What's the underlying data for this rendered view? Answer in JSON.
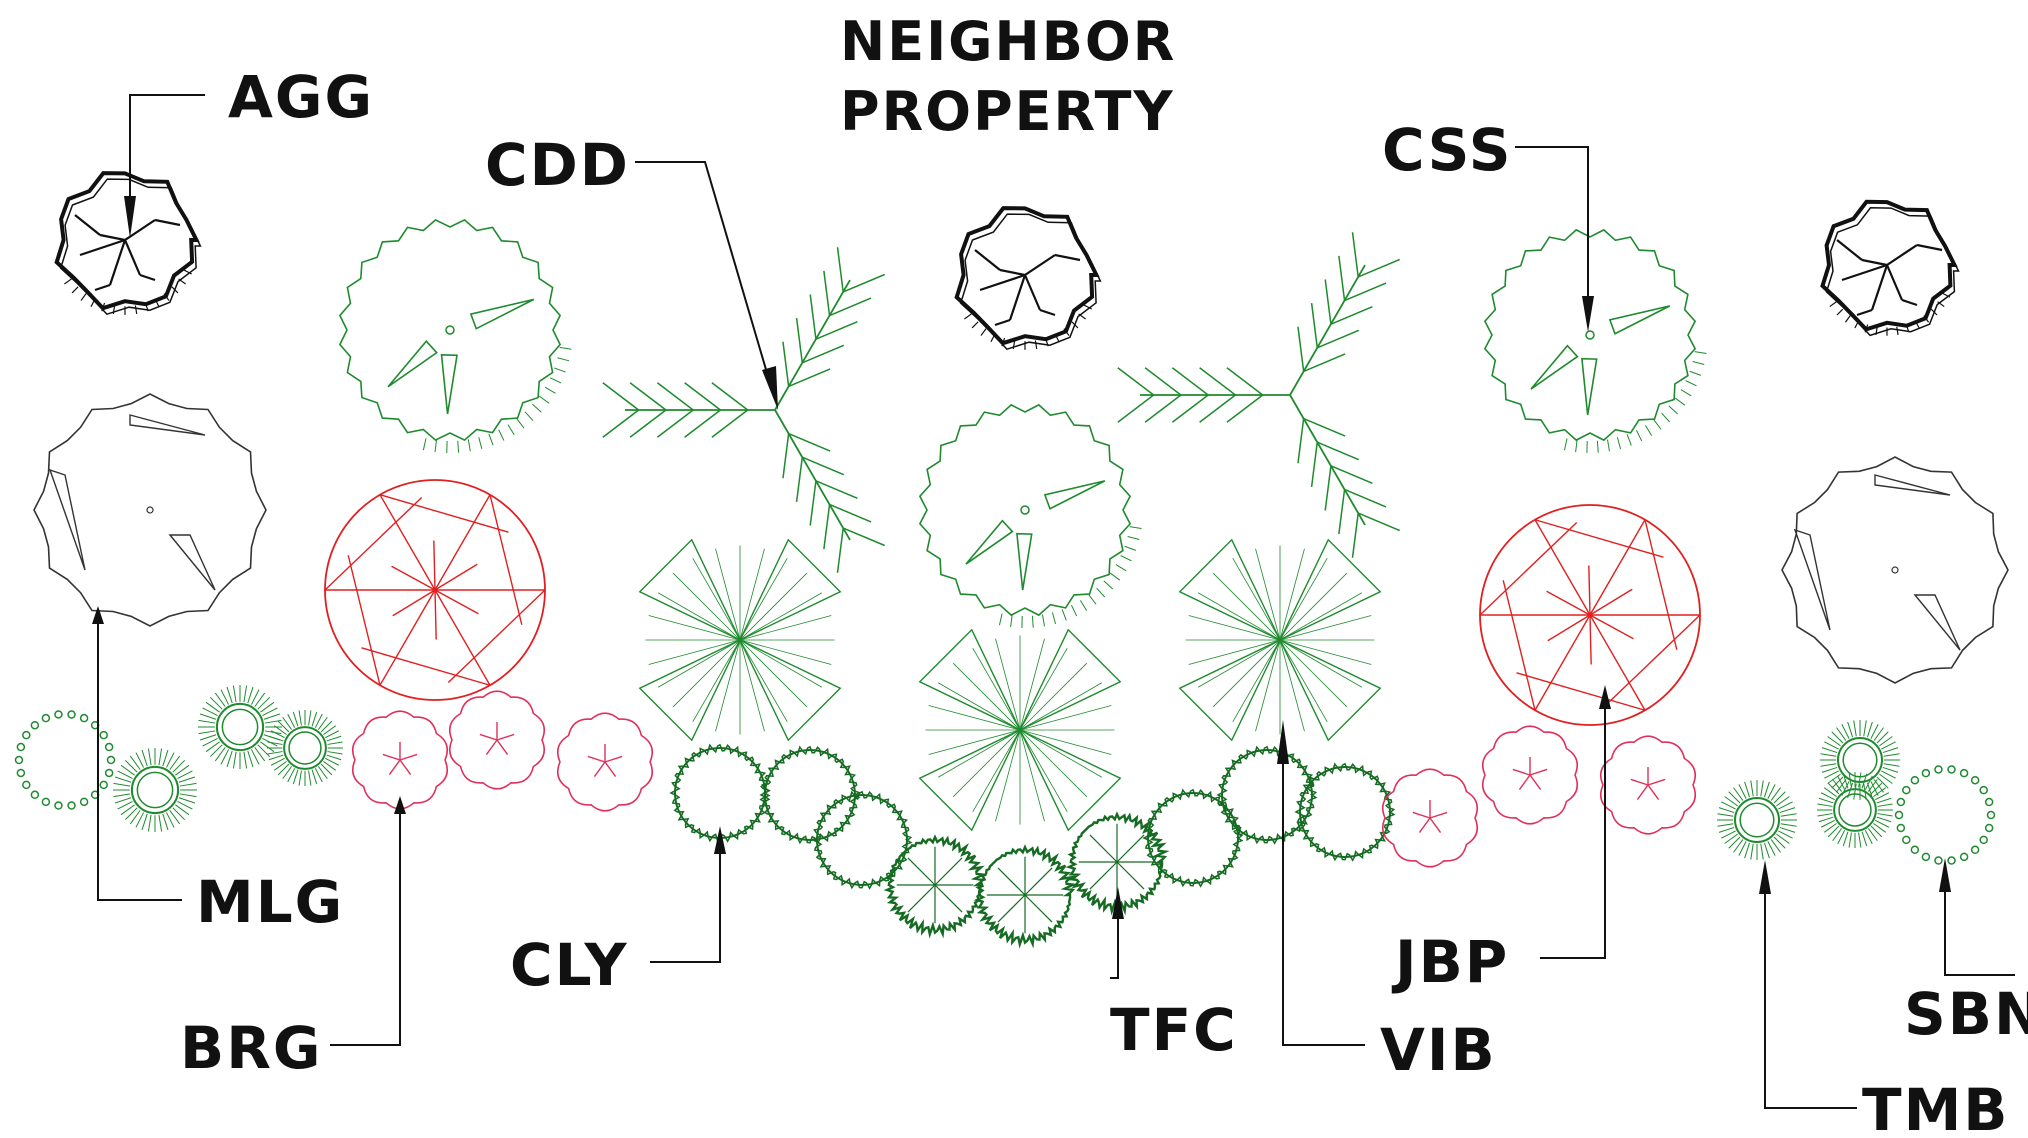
{
  "title": {
    "line1": "NEIGHBOR",
    "line2": "PROPERTY"
  },
  "labels": {
    "agg": "AGG",
    "cdd": "CDD",
    "css": "CSS",
    "mlg": "MLG",
    "brg": "BRG",
    "cly": "CLY",
    "tfc": "TFC",
    "vib": "VIB",
    "jbp": "JBP",
    "sbn": "SBN",
    "tmb": "TMB"
  },
  "colors": {
    "ink": "#111111",
    "green": "#1f8a2e",
    "dark_green": "#156b22",
    "red": "#e02020",
    "pink": "#e0305a",
    "grey": "#333333"
  },
  "symbols": {
    "boulder": "boulder-icon",
    "canopy_tree": "canopy-tree-icon",
    "scalloped_tree": "scalloped-tree-icon",
    "pinwheel_tree": "pinwheel-tree-icon",
    "palm": "palm-frond-icon",
    "star_shrub": "star-shrub-icon",
    "hatched_ring_shrub": "hatched-ring-shrub-icon",
    "dotted_ring_shrub": "dotted-ring-shrub-icon",
    "flower_shrub": "flower-shrub-icon",
    "wavy_ring_shrub": "wavy-ring-shrub-icon",
    "spoked_shrub": "spoked-shrub-icon"
  }
}
